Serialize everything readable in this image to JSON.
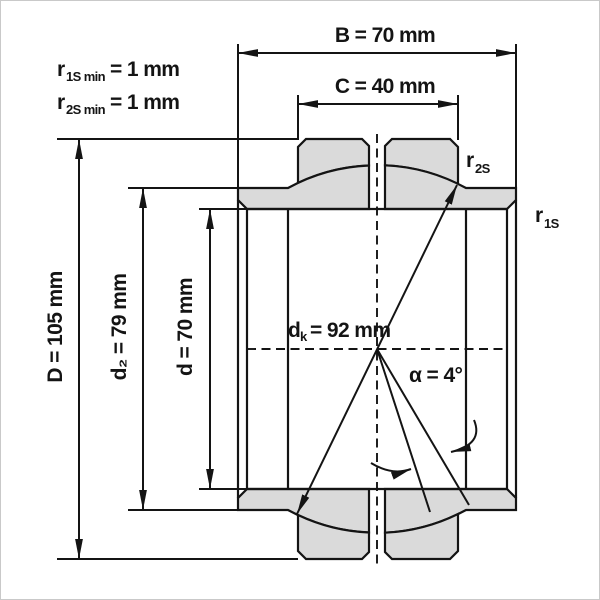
{
  "diagram": {
    "title": "spherical-plain-bearing-dimension-drawing",
    "labels": {
      "r1s_min": {
        "prefix": "r",
        "sub": "1S min",
        "rest": "= 1 mm"
      },
      "r2s_min": {
        "prefix": "r",
        "sub": "2S min",
        "rest": "= 1 mm"
      },
      "B": "B = 70 mm",
      "C": "C = 40 mm",
      "D": "D = 105 mm",
      "d2": "d₂ = 79 mm",
      "d": "d = 70 mm",
      "dk": {
        "prefix": "d",
        "sub": "k",
        "rest": "= 92 mm"
      },
      "alpha": "α = 4°",
      "r2s": {
        "prefix": "r",
        "sub": "2S"
      },
      "r1s": {
        "prefix": "r",
        "sub": "1S"
      }
    },
    "dimensions_mm": {
      "B": 70,
      "C": 40,
      "D": 105,
      "d2": 79,
      "d": 70,
      "dk": 92,
      "alpha_deg": 4,
      "r1s_min": 1,
      "r2s_min": 1
    },
    "colors": {
      "part_fill": "#dadada",
      "line": "#141414",
      "background": "#ffffff",
      "frame": "#c9c9c9"
    }
  }
}
